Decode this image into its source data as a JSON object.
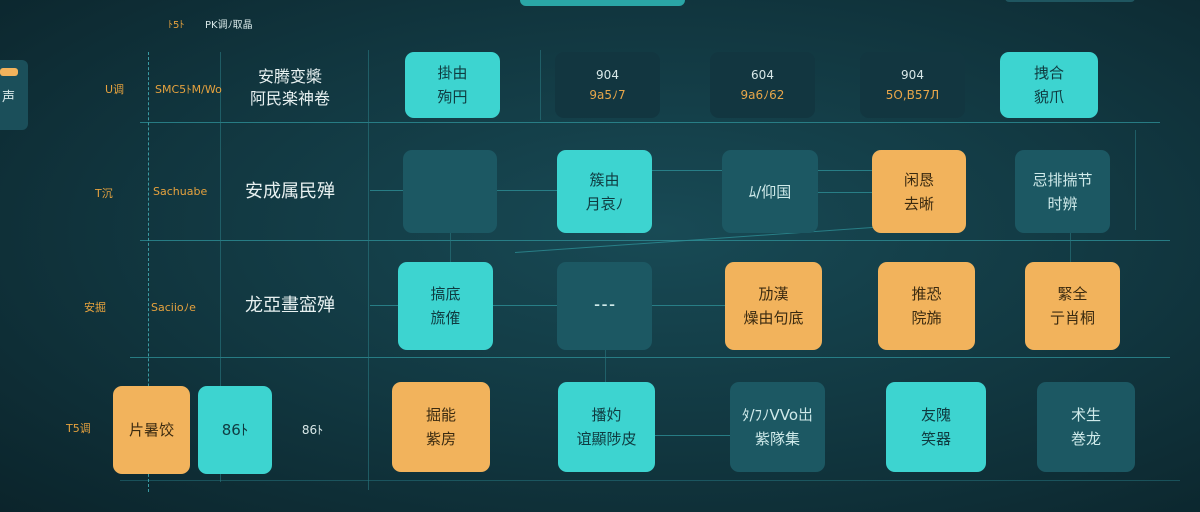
{
  "header": {
    "badge": "ﾄ5ﾄ",
    "label": "PK调ﾉ取晶"
  },
  "left_tab": "声",
  "rows": [
    {
      "code": "U调",
      "id": "SMC5ﾄM/Wo",
      "title": [
        "安腾变槳",
        "阿民楽神卷"
      ]
    },
    {
      "code": "T沉",
      "id": "Sachuabe",
      "title": [
        "安成属民殚"
      ]
    },
    {
      "code": "安掘",
      "id": "Saciioﾉe",
      "title": [
        "龙亞畫寍殚"
      ]
    },
    {
      "code": "T5调",
      "id": "",
      "title": []
    }
  ],
  "cards": [
    {
      "style": "teal",
      "lines": [
        "掛由",
        "殉円"
      ]
    },
    {
      "style": "panel",
      "lines": [
        "904",
        "9a5ﾉ7"
      ]
    },
    {
      "style": "panel",
      "lines": [
        "604",
        "9a6ﾉ62"
      ]
    },
    {
      "style": "panel",
      "lines": [
        "904",
        "5O,B57Л"
      ]
    },
    {
      "style": "teal",
      "lines": [
        "拽合",
        "貌爪"
      ]
    },
    {
      "style": "dark",
      "lines": []
    },
    {
      "style": "teal",
      "lines": [
        "簇由",
        "月哀ﾉ"
      ]
    },
    {
      "style": "dark",
      "lines": [
        "ﾑ/仰国"
      ]
    },
    {
      "style": "orange",
      "lines": [
        "闲恳",
        "去晰"
      ]
    },
    {
      "style": "dark",
      "lines": [
        "忌排揣节",
        "时辨"
      ]
    },
    {
      "style": "teal",
      "lines": [
        "搞底",
        "旒傕"
      ]
    },
    {
      "style": "dark",
      "lines": [
        "⁃⁃⁃"
      ]
    },
    {
      "style": "orange",
      "lines": [
        "劢漢",
        "燥由句底"
      ]
    },
    {
      "style": "orange",
      "lines": [
        "推恐",
        "院旆"
      ]
    },
    {
      "style": "orange",
      "lines": [
        "緊全",
        "亍肖桐"
      ]
    },
    {
      "style": "orange",
      "lines": [
        "片暑饺"
      ]
    },
    {
      "style": "teal",
      "lines": [
        "86ﾄ"
      ]
    },
    {
      "style": "plain",
      "lines": [
        "86ﾄ"
      ]
    },
    {
      "style": "orange",
      "lines": [
        "掘能",
        "紫房"
      ]
    },
    {
      "style": "teal",
      "lines": [
        "播妁",
        "谊顯陟皮"
      ]
    },
    {
      "style": "dark",
      "lines": [
        "ﾀ/ﾌﾉVVo岀",
        "紫隊集"
      ]
    },
    {
      "style": "teal",
      "lines": [
        "友隗",
        "笑器"
      ]
    },
    {
      "style": "dark",
      "lines": [
        "术生",
        "巻龙"
      ]
    }
  ],
  "colors": {
    "background": "#11363f",
    "teal": "#3dd4d0",
    "orange": "#f2b35c",
    "dark_teal": "#1c5863",
    "accent_text": "#e6a23e"
  }
}
